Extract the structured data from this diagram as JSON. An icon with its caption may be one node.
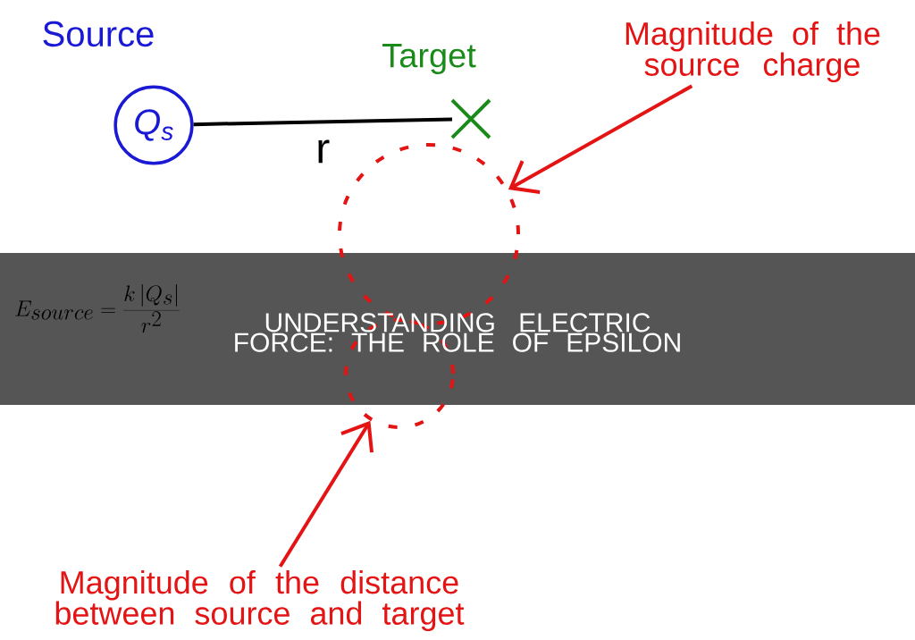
{
  "diagram": {
    "title": "UNDERSTANDING ELECTRIC FORCE: THE ROLE OF EPSILON",
    "nodes": [
      {
        "text": [
          "Q$_{s}$"
        ],
        "beside": [
          "Source"
        ]
      },
      {
        "text": [],
        "shape": "cross",
        "beside": [
          "Target"
        ]
      },
      {
        "text": [
          "Magnitude of the source charge"
        ]
      },
      {
        "text": [],
        "shape": "circle"
      },
      {
        "text": [
          "Magnitude of the distance between source and target"
        ]
      },
      {
        "text": [],
        "shape": "circle"
      }
    ],
    "edges": [
      {
        "from": 0,
        "to": 1,
        "arrow": "none",
        "label": "r",
        "color": "#000000"
      },
      {
        "from": 2,
        "to": 3,
        "arrow": "to",
        "color": "#e41414"
      },
      {
        "from": 4,
        "to": 5,
        "arrow": "to",
        "color": "#e41414"
      }
    ],
    "labels": [
      "E_{source} = \\frac{k\\,|Q_s|}{r^2}"
    ]
  }
}
